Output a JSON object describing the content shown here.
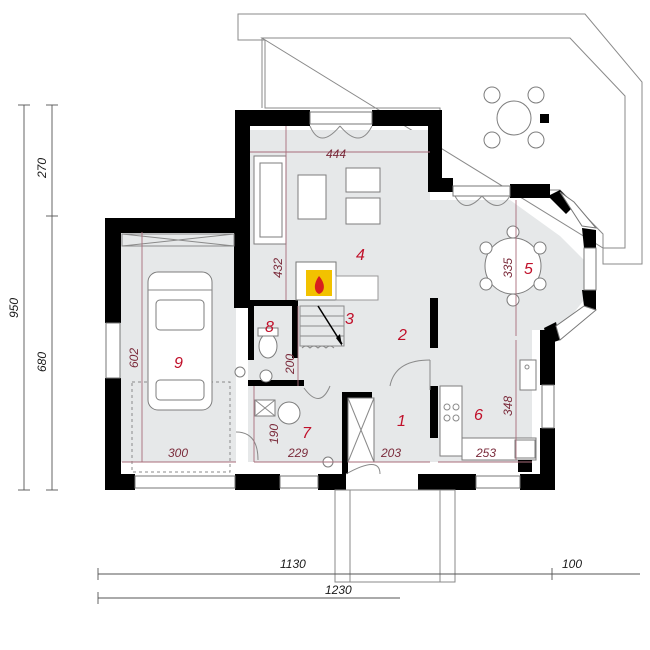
{
  "dims": {
    "d950": "950",
    "d270": "270",
    "d680": "680",
    "d1130": "1130",
    "d100": "100",
    "d1230": "1230",
    "d444": "444",
    "d432": "432",
    "d335": "335",
    "d602": "602",
    "d300": "300",
    "d200": "200",
    "d190": "190",
    "d229": "229",
    "d203": "203",
    "d253": "253",
    "d348": "348"
  },
  "rooms": [
    "1",
    "2",
    "3",
    "4",
    "5",
    "6",
    "7",
    "8",
    "9"
  ],
  "colors": {
    "wall": "#000000",
    "floor": "#e6e8e9",
    "room_number": "#c0102a",
    "dimension_line": "#a86d7a",
    "fireplace_flame": "#f2c200"
  }
}
